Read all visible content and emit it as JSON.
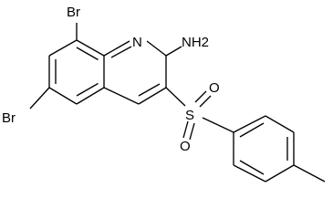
{
  "molecule": {
    "atoms": {
      "br_top": "Br",
      "br_left": "Br",
      "ring_n": "N",
      "amine": "NH",
      "amine_sub": "2",
      "sulfur": "S",
      "oxygen_top": "O",
      "oxygen_bottom": "O"
    },
    "colors": {
      "bond": "#000000",
      "label": "#000000",
      "background": "#ffffff"
    }
  }
}
